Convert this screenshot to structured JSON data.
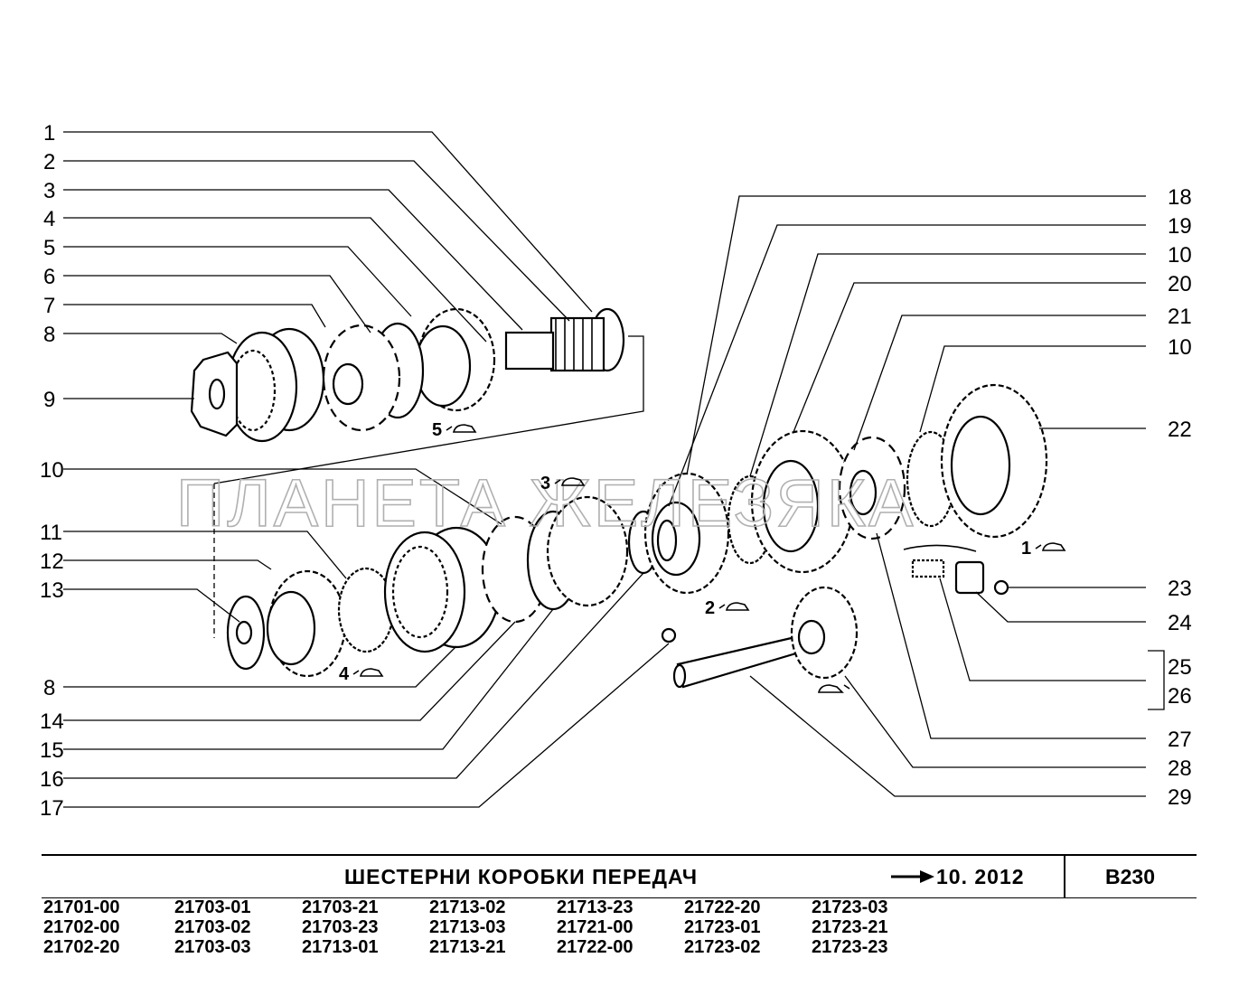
{
  "callouts_left": [
    "1",
    "2",
    "3",
    "4",
    "5",
    "6",
    "7",
    "8",
    "9",
    "10",
    "11",
    "12",
    "13",
    "8",
    "14",
    "15",
    "16",
    "17"
  ],
  "callouts_right": [
    "18",
    "19",
    "10",
    "20",
    "21",
    "10",
    "22",
    "23",
    "24",
    "25",
    "26",
    "27",
    "28",
    "29"
  ],
  "gear_labels": [
    "5",
    "3",
    "4",
    "2",
    "1"
  ],
  "watermark": "ПЛАНЕТА ЖЕЛЕЗЯКА",
  "footer": {
    "title": "ШЕСТЕРНИ   КОРОБКИ   ПЕРЕДАЧ",
    "date": "10. 2012",
    "code": "В230"
  },
  "models": [
    [
      "21701-00",
      "21702-00",
      "21702-20"
    ],
    [
      "21703-01",
      "21703-02",
      "21703-03"
    ],
    [
      "21703-21",
      "21703-23",
      "21713-01"
    ],
    [
      "21713-02",
      "21713-03",
      "21713-21"
    ],
    [
      "21713-23",
      "21721-00",
      "21722-00"
    ],
    [
      "21722-20",
      "21723-01",
      "21723-02"
    ],
    [
      "21723-03",
      "21723-21",
      "21723-23"
    ]
  ]
}
